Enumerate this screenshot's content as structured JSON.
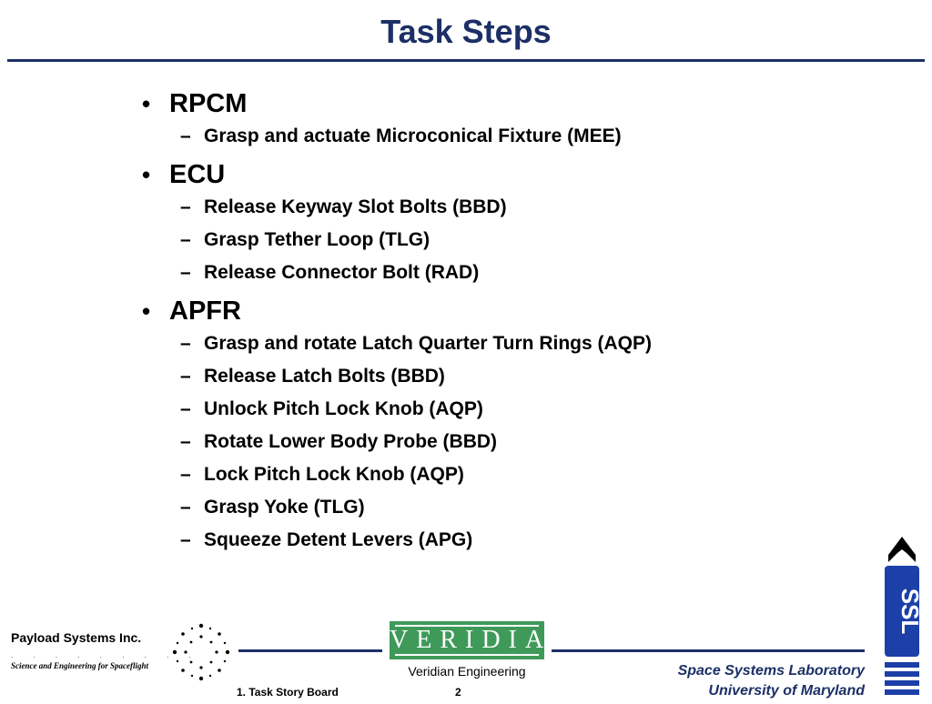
{
  "title": "Task Steps",
  "sections": [
    {
      "heading": "RPCM",
      "items": [
        "Grasp and actuate Microconical Fixture (MEE)"
      ]
    },
    {
      "heading": "ECU",
      "items": [
        "Release Keyway Slot Bolts (BBD)",
        "Grasp Tether Loop (TLG)",
        "Release Connector Bolt (RAD)"
      ]
    },
    {
      "heading": "APFR",
      "items": [
        "Grasp and rotate Latch Quarter Turn Rings (AQP)",
        "Release Latch Bolts (BBD)",
        "Unlock Pitch Lock Knob (AQP)",
        "Rotate Lower Body Probe (BBD)",
        "Lock Pitch Lock Knob (AQP)",
        "Grasp Yoke (TLG)",
        "Squeeze Detent Levers (APG)"
      ]
    }
  ],
  "footer": {
    "psi_name": "Payload Systems Inc.",
    "psi_tagline": "Science and Engineering for Spaceflight",
    "veridian_logo": "VERIDIAN",
    "veridian_name": "Veridian Engineering",
    "ssl_line1": "Space Systems Laboratory",
    "ssl_line2": "University of Maryland",
    "ssl_logo_text": "SSL",
    "left_label": "1. Task Story Board",
    "page_number": "2"
  },
  "colors": {
    "title": "#1c2f66",
    "rule": "#1c2f66",
    "veridian_green": "#3f9a5a"
  }
}
